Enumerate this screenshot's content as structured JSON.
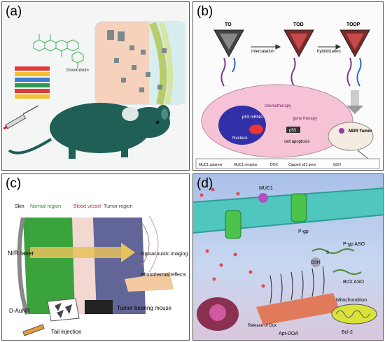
{
  "panels": {
    "a": {
      "label": "(a)",
      "drug_name": "Doxorubicin"
    },
    "b": {
      "label": "(b)",
      "structures": [
        "TO",
        "TOD",
        "TODP"
      ],
      "steps": [
        "Intercalation",
        "hybridization"
      ],
      "process_labels": [
        "chemotherapy",
        "gene therapy"
      ],
      "cell_labels": [
        "p53 mRNA",
        "Nucleus",
        "p53",
        "cell apoptosis"
      ],
      "tumor_label": "MDR Tumor",
      "legend": [
        "MUC1 aptamer",
        "MUC1 receptor",
        "DOX",
        "Capped p53 gene",
        "GSH"
      ]
    },
    "c": {
      "label": "(c)",
      "tissue_labels": [
        "Skin",
        "Normal region",
        "Blood vessel",
        "Tumor region"
      ],
      "laser_label": "NIR laser",
      "effect_labels": [
        "Optoacoustic imaging",
        "Photothermal Effects"
      ],
      "particle_label": "D-AuNR",
      "mouse_label": "Tumor bearing mouse",
      "injection_label": "Tail injection"
    },
    "d": {
      "label": "(d)",
      "receptor_label": "MUC1",
      "pump_label": "P-gp",
      "aso_labels": [
        "P-gp ASO",
        "Bcl2 ASO"
      ],
      "gsh_label": "GSH",
      "ss_label": "S",
      "organelle_label": "Mitochondrion",
      "protein_label": "Bcl-2",
      "carrier_label": "Apt-DOA",
      "release_label": "Release of Dox"
    }
  },
  "colors": {
    "mouse": "#1f5f56",
    "tumor_bg": "#f6d2bc",
    "cell_pink": "#f6c3d6",
    "nucleus": "#3230a8",
    "tissue_green": "#3aa33c",
    "tumor_purple": "#6a5aa8",
    "membrane": "#4fc7be",
    "pgp": "#4bc24b",
    "mito": "#d8e23a"
  }
}
